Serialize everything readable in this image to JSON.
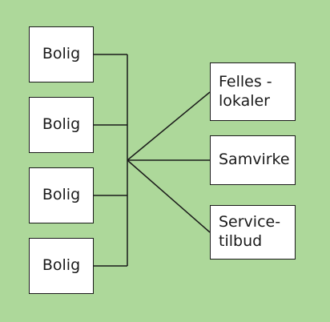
{
  "diagram": {
    "background_color": "#add89a",
    "box_fill": "#ffffff",
    "line_color": "#1a1a1a",
    "left_nodes": [
      "Bolig",
      "Bolig",
      "Bolig",
      "Bolig"
    ],
    "right_nodes": [
      "Felles -\nlokaler",
      "Samvirke",
      "Service-\ntilbud"
    ]
  }
}
